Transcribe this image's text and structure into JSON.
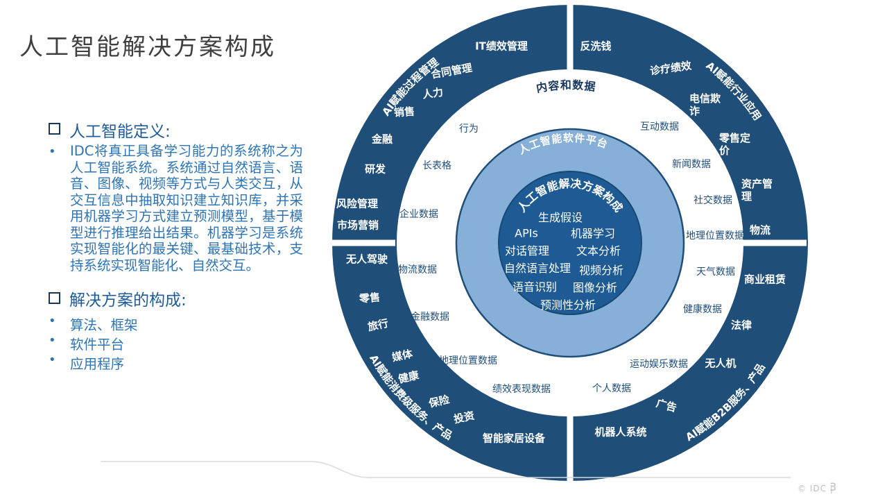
{
  "slide": {
    "title": "人工智能解决方案构成",
    "definition": {
      "heading": "人工智能定义:",
      "body": "IDC将真正具备学习能力的系统称之为人工智能系统。系统通过自然语言、语音、图像、视频等方式与人类交互，从交互信息中抽取知识建立知识库，并采用机器学习方式建立预测模型，基于模型进行推理给出结果。机器学习是系统实现智能化的最关键、最基础技术，支持系统实现智能化、自然交互。"
    },
    "composition": {
      "heading": "解决方案的构成:",
      "items": [
        "算法、框架",
        "软件平台",
        "应用程序"
      ]
    },
    "footer": {
      "copyright": "© IDC |",
      "page": "3"
    }
  },
  "diagram": {
    "outer_ring": {
      "tl": {
        "group": "AI赋能过程管理",
        "items": [
          "IT绩效管理",
          "合同管理",
          "人力",
          "销售",
          "金融",
          "研发",
          "风险管理",
          "市场营销"
        ]
      },
      "tr": {
        "group": "AI赋能行业应用",
        "items": [
          "反洗钱",
          "诊疗绩效",
          "电信欺诈",
          "零售定价",
          "资产管理",
          "物流"
        ]
      },
      "br": {
        "group": "AI赋能B2B服务、产品",
        "items": [
          "商业租赁",
          "法律",
          "无人机",
          "广告",
          "机器人系统"
        ]
      },
      "bl": {
        "group": "AI赋能消费级服务、产品",
        "items": [
          "智能家居设备",
          "投资",
          "保险",
          "健康",
          "媒体",
          "旅行",
          "零售",
          "无人驾驶"
        ]
      }
    },
    "data_ring": {
      "title": "内容和数据",
      "items": [
        "行为",
        "长表格",
        "企业数据",
        "物流数据",
        "金融数据",
        "地理位置数据",
        "绩效表现数据",
        "个人数据",
        "运动娱乐数据",
        "健康数据",
        "天气数据",
        "地理位置数据",
        "社交数据",
        "新闻数据",
        "互动数据"
      ]
    },
    "platform_ring": {
      "title": "人工智能软件平台"
    },
    "core": {
      "title": "人工智能解决方案构成",
      "items": [
        "生成假设",
        "APIs",
        "机器学习",
        "对话管理",
        "文本分析",
        "自然语言处理",
        "视频分析",
        "语音识别",
        "图像分析",
        "预测性分析"
      ]
    }
  },
  "colors": {
    "outer_ring": "#1F4E79",
    "platform_ring": "#87B0D8",
    "core_circle": "#1E5B94",
    "ring_label_text": "#1F4E79",
    "title_text": "#404040",
    "heading_text": "#1F5C99",
    "body_text": "#2E74B5",
    "footer_text": "#BFBFBF"
  }
}
